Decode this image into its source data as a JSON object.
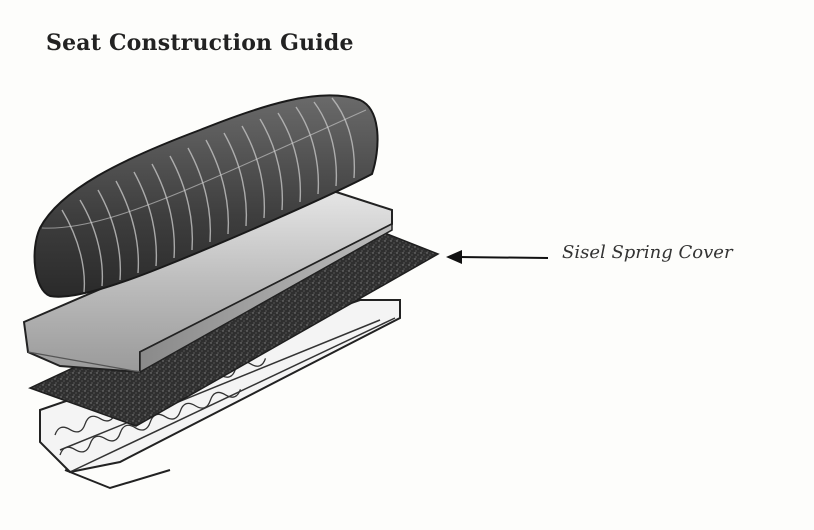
{
  "page": {
    "title": "Seat Construction Guide"
  },
  "diagram": {
    "layers": [
      {
        "name": "upholstered-seat-cushion",
        "color": "#3c3c3c"
      },
      {
        "name": "foam-padding",
        "color": "#cfcfcf"
      },
      {
        "name": "sisel-spring-cover",
        "color": "#2a2a2a"
      },
      {
        "name": "spring-frame",
        "color": "#ffffff"
      }
    ],
    "callouts": [
      {
        "label": "Sisel Spring Cover",
        "target": "sisel-spring-cover"
      }
    ]
  }
}
